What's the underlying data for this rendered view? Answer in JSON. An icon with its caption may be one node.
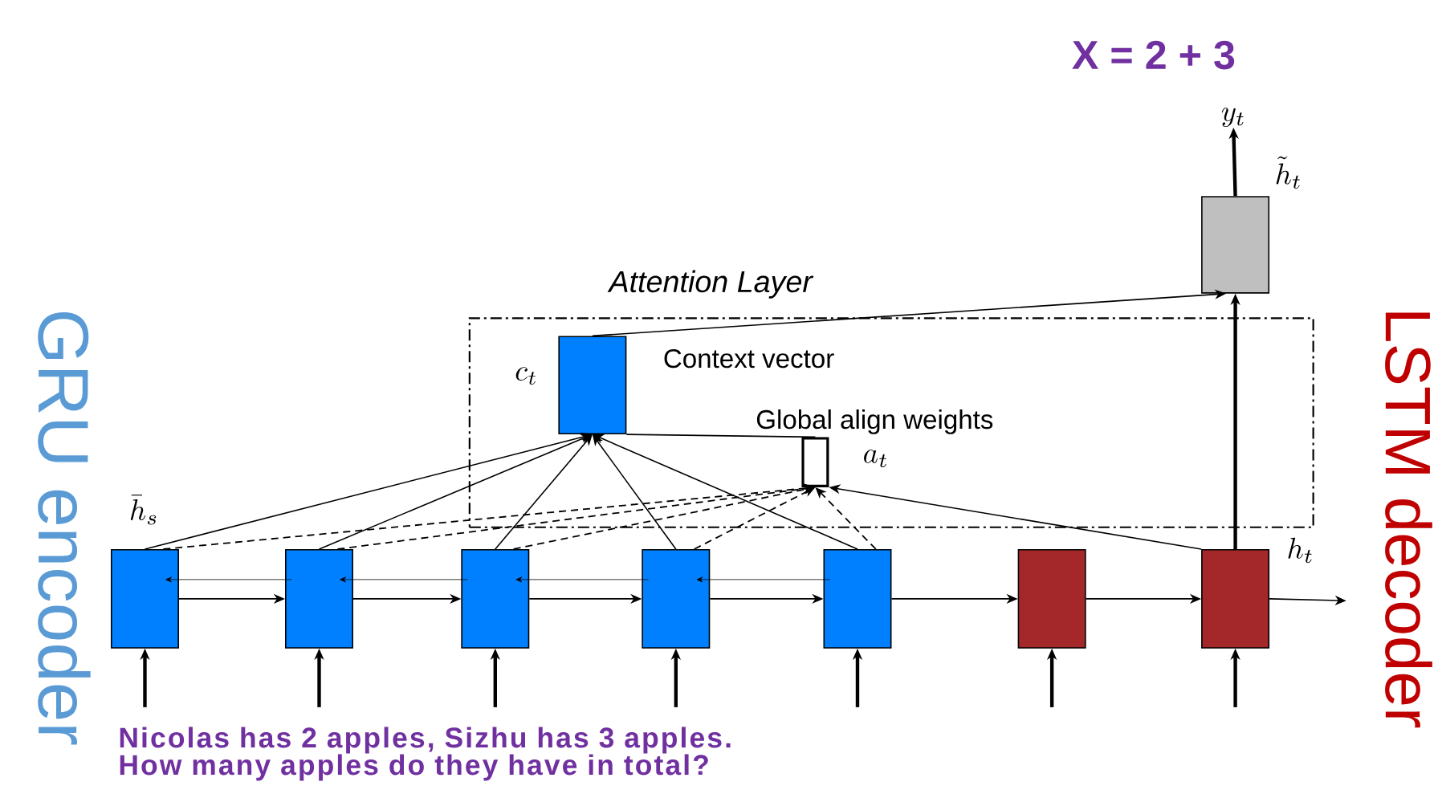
{
  "diagram": {
    "nodes": [
      {
        "text": [
          "Attention Layer"
        ]
      },
      {
        "text": [],
        "shape": "box",
        "in": 0,
        "beside": [
          "c_t",
          "Context vector"
        ]
      },
      {
        "text": [],
        "shape": "bar",
        "in": 0,
        "beside": [
          "Global align weights",
          "a_t"
        ]
      },
      {
        "text": [],
        "shape": "box",
        "beside": [
          "\\tilde{h}_t"
        ]
      },
      {
        "text": [
          "y_t"
        ]
      },
      {
        "text": [],
        "shape": "box",
        "beside": [
          "\\bar{h}_s"
        ]
      },
      {
        "text": [],
        "shape": "box"
      },
      {
        "text": [],
        "shape": "box"
      },
      {
        "text": [],
        "shape": "box"
      },
      {
        "text": [],
        "shape": "box"
      },
      {
        "text": [],
        "shape": "box"
      },
      {
        "text": [],
        "shape": "box",
        "beside": [
          "h_t"
        ]
      }
    ],
    "edges": [
      {
        "from": null,
        "to": 5,
        "arrow": "to",
        "style": "thick"
      },
      {
        "from": null,
        "to": 6,
        "arrow": "to",
        "style": "thick"
      },
      {
        "from": null,
        "to": 7,
        "arrow": "to",
        "style": "thick"
      },
      {
        "from": null,
        "to": 8,
        "arrow": "to",
        "style": "thick"
      },
      {
        "from": null,
        "to": 9,
        "arrow": "to",
        "style": "thick"
      },
      {
        "from": null,
        "to": 10,
        "arrow": "to",
        "style": "thick"
      },
      {
        "from": null,
        "to": 11,
        "arrow": "to",
        "style": "thick"
      },
      {
        "from": 5,
        "to": 6,
        "arrow": "to"
      },
      {
        "from": 6,
        "to": 7,
        "arrow": "to"
      },
      {
        "from": 7,
        "to": 8,
        "arrow": "to"
      },
      {
        "from": 8,
        "to": 9,
        "arrow": "to"
      },
      {
        "from": 9,
        "to": 10,
        "arrow": "to"
      },
      {
        "from": 10,
        "to": 11,
        "arrow": "to"
      },
      {
        "from": 11,
        "to": null,
        "arrow": "to"
      },
      {
        "from": 6,
        "to": 5,
        "arrow": "to"
      },
      {
        "from": 7,
        "to": 6,
        "arrow": "to"
      },
      {
        "from": 8,
        "to": 7,
        "arrow": "to"
      },
      {
        "from": 9,
        "to": 8,
        "arrow": "to"
      },
      {
        "from": 5,
        "to": 1,
        "arrow": "to"
      },
      {
        "from": 6,
        "to": 1,
        "arrow": "to"
      },
      {
        "from": 7,
        "to": 1,
        "arrow": "to"
      },
      {
        "from": 8,
        "to": 1,
        "arrow": "to"
      },
      {
        "from": 9,
        "to": 1,
        "arrow": "to"
      },
      {
        "from": 5,
        "to": 2,
        "arrow": "to",
        "style": "dashed"
      },
      {
        "from": 6,
        "to": 2,
        "arrow": "to",
        "style": "dashed"
      },
      {
        "from": 7,
        "to": 2,
        "arrow": "to",
        "style": "dashed"
      },
      {
        "from": 8,
        "to": 2,
        "arrow": "to",
        "style": "dashed"
      },
      {
        "from": 9,
        "to": 2,
        "arrow": "to",
        "style": "dashed"
      },
      {
        "from": 11,
        "to": 2,
        "arrow": "to"
      },
      {
        "from": 1,
        "to": 2,
        "arrow": "none"
      },
      {
        "from": 1,
        "to": 3,
        "arrow": "to"
      },
      {
        "from": 11,
        "to": 3,
        "arrow": "to",
        "style": "thick"
      },
      {
        "from": 3,
        "to": 4,
        "arrow": "to",
        "style": "thick"
      }
    ],
    "labels": [
      "X = 2 + 3",
      "GRU encoder",
      "LSTM decoder",
      "Nicolas has 2 apples, Sizhu has 3 apples. How many apples do they have in total?"
    ]
  }
}
